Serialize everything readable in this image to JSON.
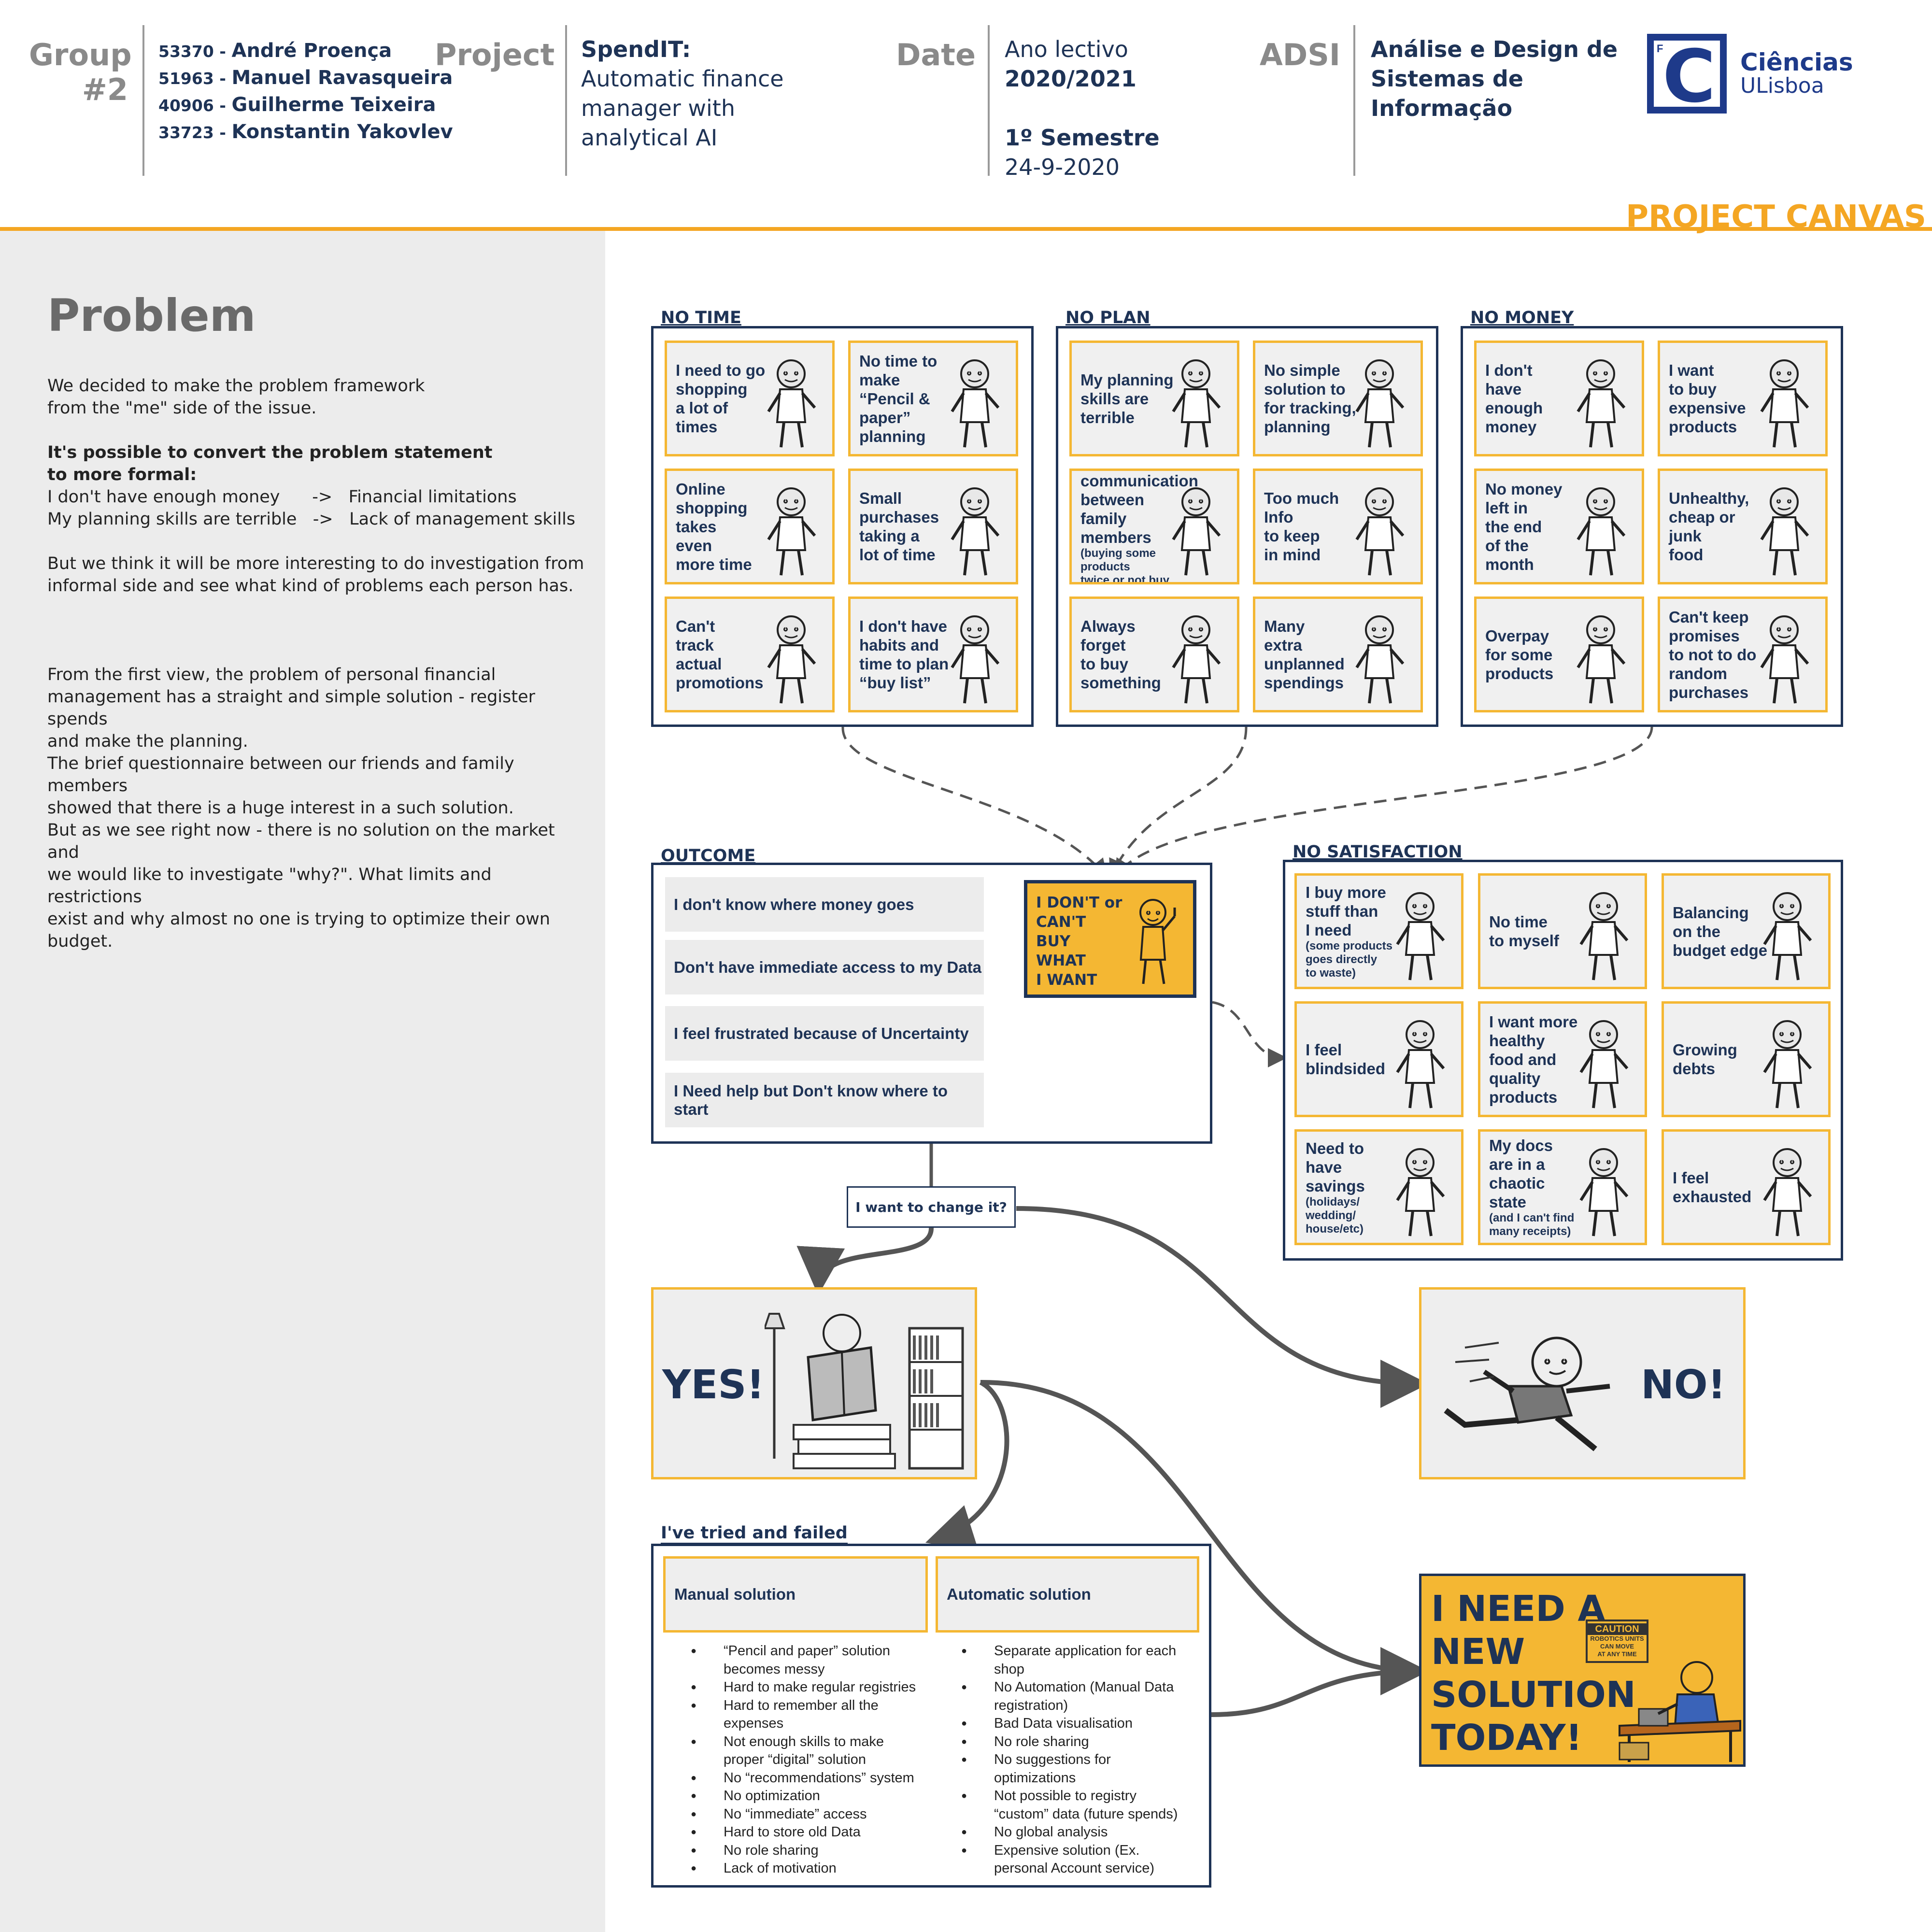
{
  "header": {
    "group_label": "Group",
    "group_number": "#2",
    "members": [
      {
        "num": "53370",
        "name": "André Proença"
      },
      {
        "num": "51963",
        "name": "Manuel Ravasqueira"
      },
      {
        "num": "40906",
        "name": "Guilherme Teixeira"
      },
      {
        "num": "33723",
        "name": "Konstantin Yakovlev"
      }
    ],
    "member_sep": " - ",
    "project_label": "Project",
    "project_name": "SpendIT:",
    "project_desc": [
      "Automatic finance",
      "manager with",
      "analytical AI"
    ],
    "date_label": "Date",
    "date_lines": {
      "ano": "Ano lectivo",
      "year": "2020/2021",
      "semestre": "1º Semestre",
      "date": "24-9-2020"
    },
    "adsi_label": "ADSI",
    "adsi_lines": [
      "Análise e Design de",
      "Sistemas de",
      "Informação"
    ],
    "logo": {
      "icon": "ciencias-logo-icon",
      "letter": "C",
      "corner": "F",
      "line1": "Ciências",
      "line2": "ULisboa"
    },
    "canvas_title": "PROJECT CANVAS",
    "accent_color": "#f4a623",
    "navy_color": "#1e3356"
  },
  "left": {
    "title": "Problem",
    "p1": [
      "We decided to make the problem framework",
      "from the \"me\" side of the issue."
    ],
    "p2_bold": [
      "It's possible to convert the problem statement",
      "to more formal:"
    ],
    "p2": [
      "I don't have enough money      ->   Financial limitations",
      "My planning skills are terrible   ->   Lack of management skills"
    ],
    "p3": [
      "But we think it will be more interesting to do investigation from",
      "informal side and see what kind of problems each person has."
    ],
    "p4": [
      "From the first view, the problem of personal financial",
      "management has a straight and simple solution - register spends",
      "and make the planning."
    ],
    "p5": [
      "The brief questionnaire between our friends and family members",
      "showed that there is a huge interest in a such solution."
    ],
    "p6": [
      "But as we see right now - there is no solution on the market and",
      "we would like to investigate \"why?\". What limits and restrictions",
      "exist and why almost no one is trying to optimize their own",
      "budget."
    ]
  },
  "groups": [
    {
      "title": "NO TIME",
      "cards": [
        {
          "lines": [
            "I need to go",
            "shopping",
            "a lot of",
            "times"
          ],
          "icon": "shopping-figure-icon"
        },
        {
          "lines": [
            "No time to",
            "make",
            "“Pencil &",
            "paper”",
            "planning"
          ],
          "icon": "chart-figure-icon"
        },
        {
          "lines": [
            "Online",
            "shopping",
            "takes",
            "even",
            "more time"
          ],
          "icon": "computer-figure-icon"
        },
        {
          "lines": [
            "Small",
            "purchases",
            "taking a",
            "lot of time"
          ],
          "icon": "clock-figure-icon"
        },
        {
          "lines": [
            "Can't",
            "track",
            "actual",
            "promotions"
          ],
          "icon": "coupon-figure-icon"
        },
        {
          "lines": [
            "I don't have",
            "habits and",
            "time to plan",
            "“buy list”"
          ],
          "icon": "list-figure-icon"
        }
      ]
    },
    {
      "title": "NO PLAN",
      "cards": [
        {
          "lines": [
            "My planning",
            "skills are",
            "terrible"
          ],
          "icon": "scientist-figure-icon"
        },
        {
          "lines": [
            "No simple",
            "solution to",
            "for tracking,",
            "planning"
          ],
          "icon": "thinking-figure-icon"
        },
        {
          "lines": [
            "Bad communication",
            "between",
            "family",
            "members"
          ],
          "small": [
            "(buying some products",
            "twice or not buy at all)"
          ],
          "icon": "family-figure-icon"
        },
        {
          "lines": [
            "Too much",
            "Info",
            "to keep",
            "in mind"
          ],
          "icon": "confused-figure-icon"
        },
        {
          "lines": [
            "Always",
            "forget",
            "to buy",
            "something"
          ],
          "icon": "running-figure-icon"
        },
        {
          "lines": [
            "Many",
            "extra",
            "unplanned",
            "spendings"
          ],
          "icon": "balloon-figure-icon"
        }
      ]
    },
    {
      "title": "NO MONEY",
      "cards": [
        {
          "lines": [
            "I don't",
            "have",
            "enough",
            "money"
          ],
          "icon": "empty-pockets-figure-icon"
        },
        {
          "lines": [
            "I want",
            "to buy",
            "expensive",
            "products"
          ],
          "icon": "dreaming-figure-icon"
        },
        {
          "lines": [
            "No money",
            "left in",
            "the end",
            "of the",
            "month"
          ],
          "icon": "drinking-figure-icon"
        },
        {
          "lines": [
            "Unhealthy,",
            "cheap or",
            "junk",
            "food"
          ],
          "icon": "tv-figure-icon"
        },
        {
          "lines": [
            "Overpay",
            "for some",
            "products"
          ],
          "icon": "tophat-figure-icon"
        },
        {
          "lines": [
            "Can't keep",
            "promises",
            "to not to do",
            "random",
            "purchases"
          ],
          "icon": "waving-figure-icon"
        }
      ]
    }
  ],
  "outcome": {
    "title": "OUTCOME",
    "items": [
      "I don't know where money goes",
      "Don't have immediate access to my Data",
      "I feel frustrated because of Uncertainty",
      "I Need help but Don't know where to start"
    ],
    "cant_lines": [
      "I DON'T or",
      "CAN'T",
      "BUY",
      "WHAT",
      "I WANT"
    ],
    "cant_icon": "thumbs-up-figure-icon"
  },
  "satisfaction": {
    "title": "NO SATISFACTION",
    "cards": [
      {
        "lines": [
          "I buy more",
          "stuff than",
          "I need"
        ],
        "small": [
          "(some products",
          "goes directly",
          "to waste)"
        ],
        "icon": "waste-figure-icon"
      },
      {
        "lines": [
          "No time",
          "to myself"
        ],
        "icon": "stressed-figure-icon"
      },
      {
        "lines": [
          "Balancing",
          "on the",
          "budget edge"
        ],
        "icon": "balancing-figure-icon"
      },
      {
        "lines": [
          "I feel",
          "blindsided"
        ],
        "icon": "hypnotized-figure-icon"
      },
      {
        "lines": [
          "I want more",
          "healthy",
          "food and",
          "quality",
          "products"
        ],
        "icon": "angry-figure-icon"
      },
      {
        "lines": [
          "Growing",
          "debts"
        ],
        "icon": "debt-figure-icon"
      },
      {
        "lines": [
          "Need to",
          "have",
          "savings"
        ],
        "small": [
          "(holidays/",
          "wedding/",
          "house/etc)"
        ],
        "icon": "wedding-figure-icon"
      },
      {
        "lines": [
          "My docs",
          "are in a",
          "chaotic",
          "state"
        ],
        "small": [
          "(and I can't find",
          "many receipts)"
        ],
        "icon": "dizzy-figure-icon"
      },
      {
        "lines": [
          "I feel",
          "exhausted"
        ],
        "icon": "exhausted-figure-icon"
      }
    ]
  },
  "decision": {
    "question": "I want to change it?",
    "yes": "YES!",
    "no": "NO!",
    "yes_icon": "reading-figure-icon",
    "no_icon": "running-away-figure-icon"
  },
  "tried": {
    "title": "I've tried and failed",
    "manual_title": "Manual solution",
    "auto_title": "Automatic solution",
    "manual": [
      [
        "“Pencil and paper” solution",
        "becomes messy"
      ],
      [
        "Hard to make regular registries"
      ],
      [
        "Hard to remember all the",
        "expenses"
      ],
      [
        "Not enough skills to make",
        "proper “digital” solution"
      ],
      [
        "No “recommendations” system"
      ],
      [
        "No optimization"
      ],
      [
        "No “immediate” access"
      ],
      [
        "Hard to store old Data"
      ],
      [
        "No role sharing"
      ],
      [
        "Lack of  motivation"
      ]
    ],
    "auto": [
      [
        "Separate application for each",
        "shop"
      ],
      [
        "No Automation (Manual Data",
        "registration)"
      ],
      [
        "Bad Data visualisation"
      ],
      [
        "No role sharing"
      ],
      [
        "No suggestions for",
        "optimizations"
      ],
      [
        "Not possible to registry",
        "“custom” data (future spends)"
      ],
      [
        "No global analysis"
      ],
      [
        "Expensive solution (Ex.",
        "personal Account service)"
      ]
    ]
  },
  "need": {
    "lines": [
      "I NEED A",
      "NEW",
      "SOLUTION",
      "TODAY!"
    ],
    "caution_lines": [
      "CAUTION",
      "ROBOTICS UNITS",
      "CAN MOVE",
      "AT ANY TIME"
    ],
    "icon": "workshop-figure-icon"
  }
}
